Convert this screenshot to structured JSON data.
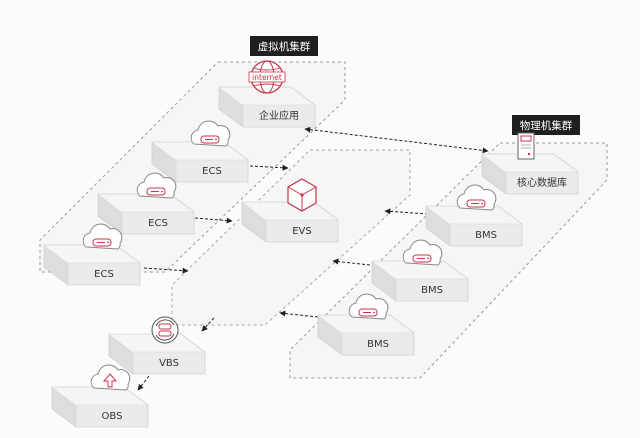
{
  "colors": {
    "accent": "#c8344a",
    "tag_bg": "#1f1f1f",
    "tag_text": "#ffffff",
    "dash": "#9a9a9a",
    "arrow": "#222222",
    "box_top": "#f5f5f5",
    "box_left": "#dddddd",
    "box_right": "#ebebeb"
  },
  "clusters": {
    "virtual": {
      "title": "虚拟机集群"
    },
    "physical": {
      "title": "物理机集群"
    }
  },
  "nodes": {
    "enterprise_app": {
      "label": "企业应用",
      "icon": "internet-globe-icon",
      "icon_text": "internet"
    },
    "ecs_1": {
      "label": "ECS",
      "icon": "cloud-server-icon"
    },
    "ecs_2": {
      "label": "ECS",
      "icon": "cloud-server-icon"
    },
    "ecs_3": {
      "label": "ECS",
      "icon": "cloud-server-icon"
    },
    "evs": {
      "label": "EVS",
      "icon": "storage-cube-icon"
    },
    "vbs": {
      "label": "VBS",
      "icon": "backup-cycle-icon"
    },
    "obs": {
      "label": "OBS",
      "icon": "cloud-upload-icon"
    },
    "core_db": {
      "label": "核心数据库",
      "icon": "server-rack-icon"
    },
    "bms_1": {
      "label": "BMS",
      "icon": "cloud-server-icon"
    },
    "bms_2": {
      "label": "BMS",
      "icon": "cloud-server-icon"
    },
    "bms_3": {
      "label": "BMS",
      "icon": "cloud-server-icon"
    }
  }
}
